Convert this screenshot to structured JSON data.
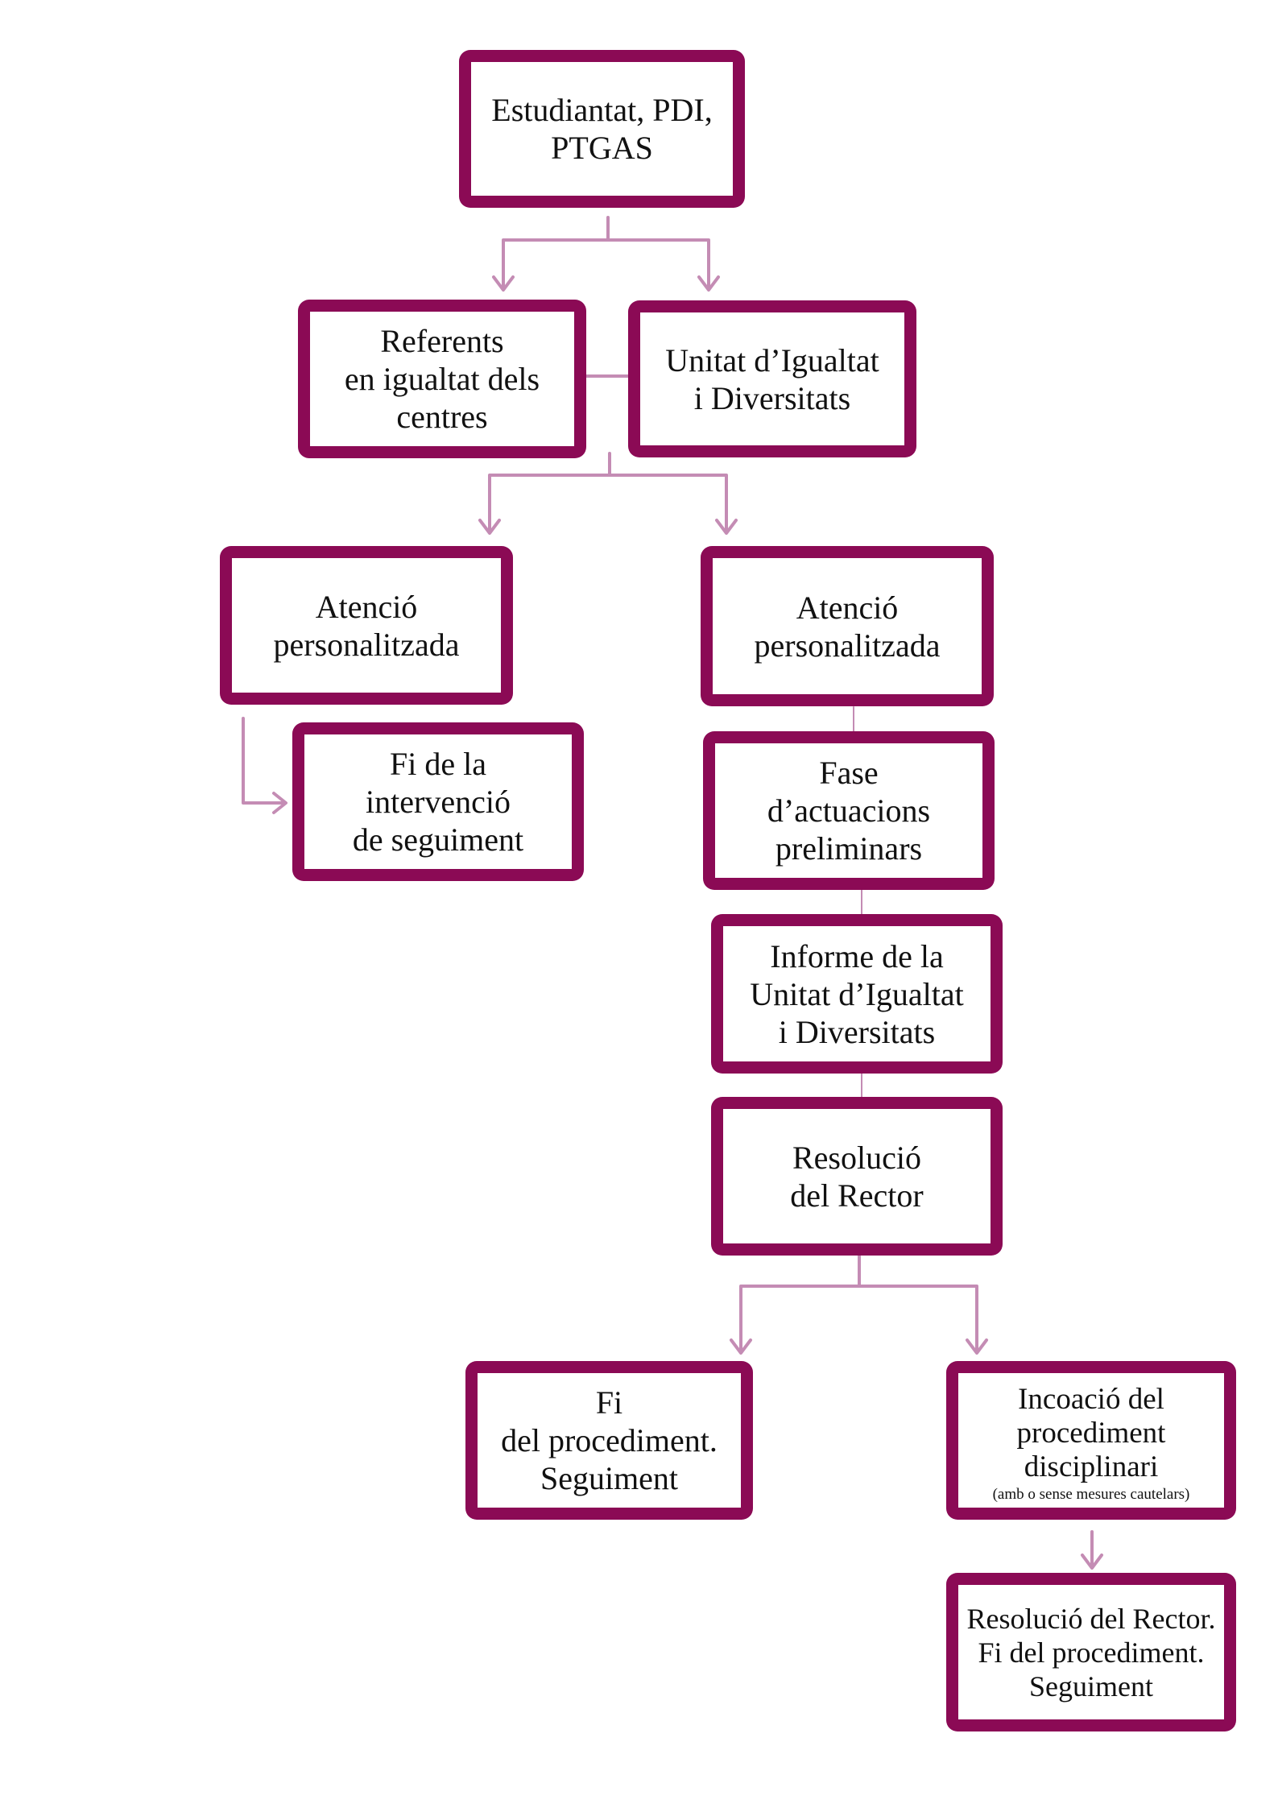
{
  "colors": {
    "box_border": "#8b0a55",
    "connector": "#c48cb4",
    "background": "#ffffff",
    "text": "#111111"
  },
  "nodes": {
    "origin": {
      "lines": [
        "Estudiantat, PDI,",
        "PTGAS"
      ]
    },
    "referents": {
      "lines": [
        "Referents",
        "en igualtat dels",
        "centres"
      ]
    },
    "unitat": {
      "lines": [
        "Unitat d’Igualtat",
        "i Diversitats"
      ]
    },
    "atencio_left": {
      "lines": [
        "Atenció",
        "personalitzada"
      ]
    },
    "fi_intervencio": {
      "lines": [
        "Fi de la",
        "intervenció",
        "de seguiment"
      ]
    },
    "atencio_right": {
      "lines": [
        "Atenció",
        "personalitzada"
      ]
    },
    "fase": {
      "lines": [
        "Fase",
        "d’actuacions",
        "preliminars"
      ]
    },
    "informe": {
      "lines": [
        "Informe de la",
        "Unitat d’Igualtat",
        "i Diversitats"
      ]
    },
    "resolucio_rector": {
      "lines": [
        "Resolució",
        "del Rector"
      ]
    },
    "fi_procediment": {
      "lines": [
        "Fi",
        "del procediment.",
        "Seguiment"
      ]
    },
    "incoacio": {
      "lines": [
        "Incoació del",
        "procediment",
        "disciplinari"
      ],
      "note": "(amb o sense mesures cautelars)"
    },
    "resolucio_final": {
      "lines": [
        "Resolució del Rector.",
        "Fi del procediment.",
        "Seguiment"
      ]
    }
  }
}
